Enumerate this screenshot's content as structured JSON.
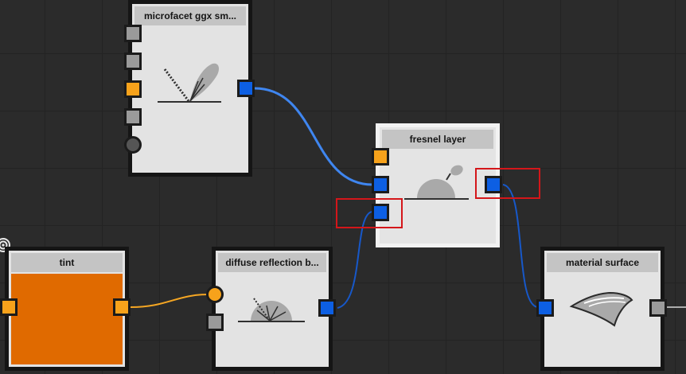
{
  "nodes": {
    "microfacet": {
      "title": "microfacet ggx sm..."
    },
    "fresnel": {
      "title": "fresnel layer"
    },
    "tint": {
      "title": "tint",
      "color": "#e06a00"
    },
    "diffuse": {
      "title": "diffuse reflection b..."
    },
    "material": {
      "title": "material surface"
    }
  },
  "icons": {
    "microfacet": "specular-lobe-icon",
    "fresnel": "fresnel-dome-icon",
    "diffuse": "diffuse-hemisphere-icon",
    "material": "surface-sheet-icon",
    "corner": "concentric-rings-icon"
  },
  "colors": {
    "wire_blue": "#3f86f0",
    "wire_orange": "#f5a623",
    "selection": "#d4161a"
  }
}
